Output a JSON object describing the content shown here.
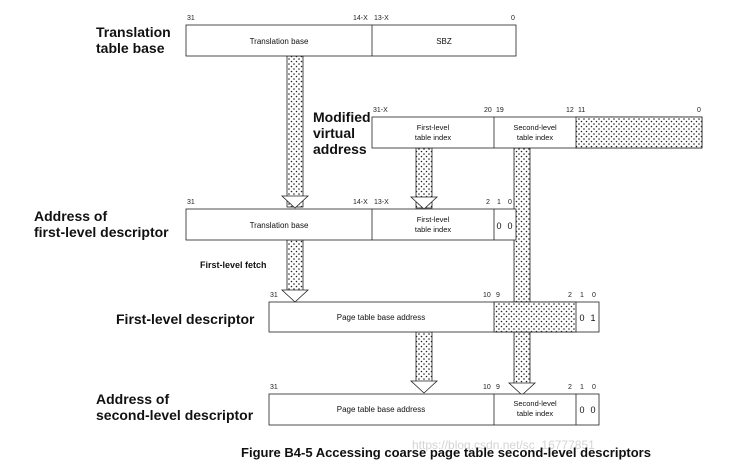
{
  "diagram": {
    "labels": {
      "translation_table_base": [
        "Translation",
        "table base"
      ],
      "modified_virtual_address": [
        "Modified",
        "virtual",
        "address"
      ],
      "address_of_first_level_descriptor": [
        "Address of",
        "first-level descriptor"
      ],
      "first_level_descriptor": "First-level descriptor",
      "address_of_second_level_descriptor": [
        "Address of",
        "second-level descriptor"
      ]
    },
    "first_level_fetch": "First-level fetch",
    "registers": {
      "ttb": {
        "bits": {
          "b31": "31",
          "b14x": "14-X",
          "b13x": "13-X",
          "b0": "0"
        },
        "fields": {
          "translation_base": "Translation base",
          "sbz": "SBZ"
        }
      },
      "mva": {
        "bits": {
          "b31x": "31-X",
          "b20": "20",
          "b19": "19",
          "b12": "12",
          "b11": "11",
          "b0": "0"
        },
        "fields": {
          "first_level_index": [
            "First-level",
            "table index"
          ],
          "second_level_index": [
            "Second-level",
            "table index"
          ]
        }
      },
      "fld_addr": {
        "bits": {
          "b31": "31",
          "b14x": "14-X",
          "b13x": "13-X",
          "b2": "2",
          "b1": "1",
          "b0": "0"
        },
        "fields": {
          "translation_base": "Translation base",
          "first_level_index": [
            "First-level",
            "table index"
          ],
          "bit1": "0",
          "bit0": "0"
        }
      },
      "fld": {
        "bits": {
          "b31": "31",
          "b10": "10",
          "b9": "9",
          "b2": "2",
          "b1": "1",
          "b0": "0"
        },
        "fields": {
          "page_table_base": "Page table base address",
          "bit1": "0",
          "bit0": "1"
        }
      },
      "sld_addr": {
        "bits": {
          "b31": "31",
          "b10": "10",
          "b9": "9",
          "b2": "2",
          "b1": "1",
          "b0": "0"
        },
        "fields": {
          "page_table_base": "Page table base address",
          "second_level_index": [
            "Second-level",
            "table index"
          ],
          "bit1": "0",
          "bit0": "0"
        }
      }
    },
    "caption": "Figure B4-5 Accessing coarse page table second-level descriptors",
    "watermark": "https://blog.csdn.net/sc_16777851"
  }
}
